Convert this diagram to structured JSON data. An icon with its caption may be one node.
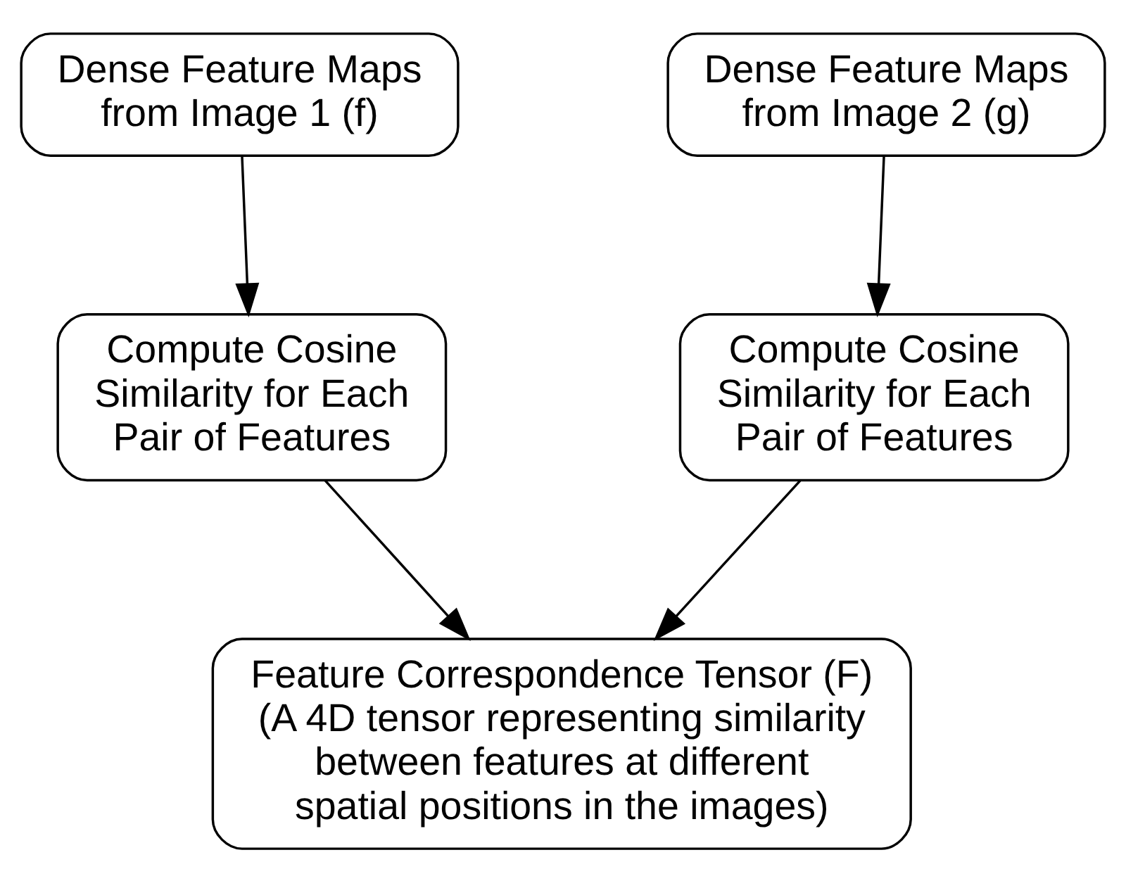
{
  "diagram": {
    "nodes": [
      {
        "text": [
          "Dense Feature Maps from Image 1 (f)"
        ]
      },
      {
        "text": [
          "Dense Feature Maps from Image 2 (g)"
        ]
      },
      {
        "text": [
          "Compute Cosine Similarity for Each Pair of Features"
        ]
      },
      {
        "text": [
          "Compute Cosine Similarity for Each Pair of Features"
        ]
      },
      {
        "text": [
          "Feature Correspondence Tensor (F)",
          "(A 4D tensor representing similarity between features at different spatial positions in the images)"
        ]
      }
    ],
    "edges": [
      {
        "from": 0,
        "to": 2,
        "arrow": "to"
      },
      {
        "from": 1,
        "to": 3,
        "arrow": "to"
      },
      {
        "from": 2,
        "to": 4,
        "arrow": "to"
      },
      {
        "from": 3,
        "to": 4,
        "arrow": "to"
      }
    ]
  }
}
